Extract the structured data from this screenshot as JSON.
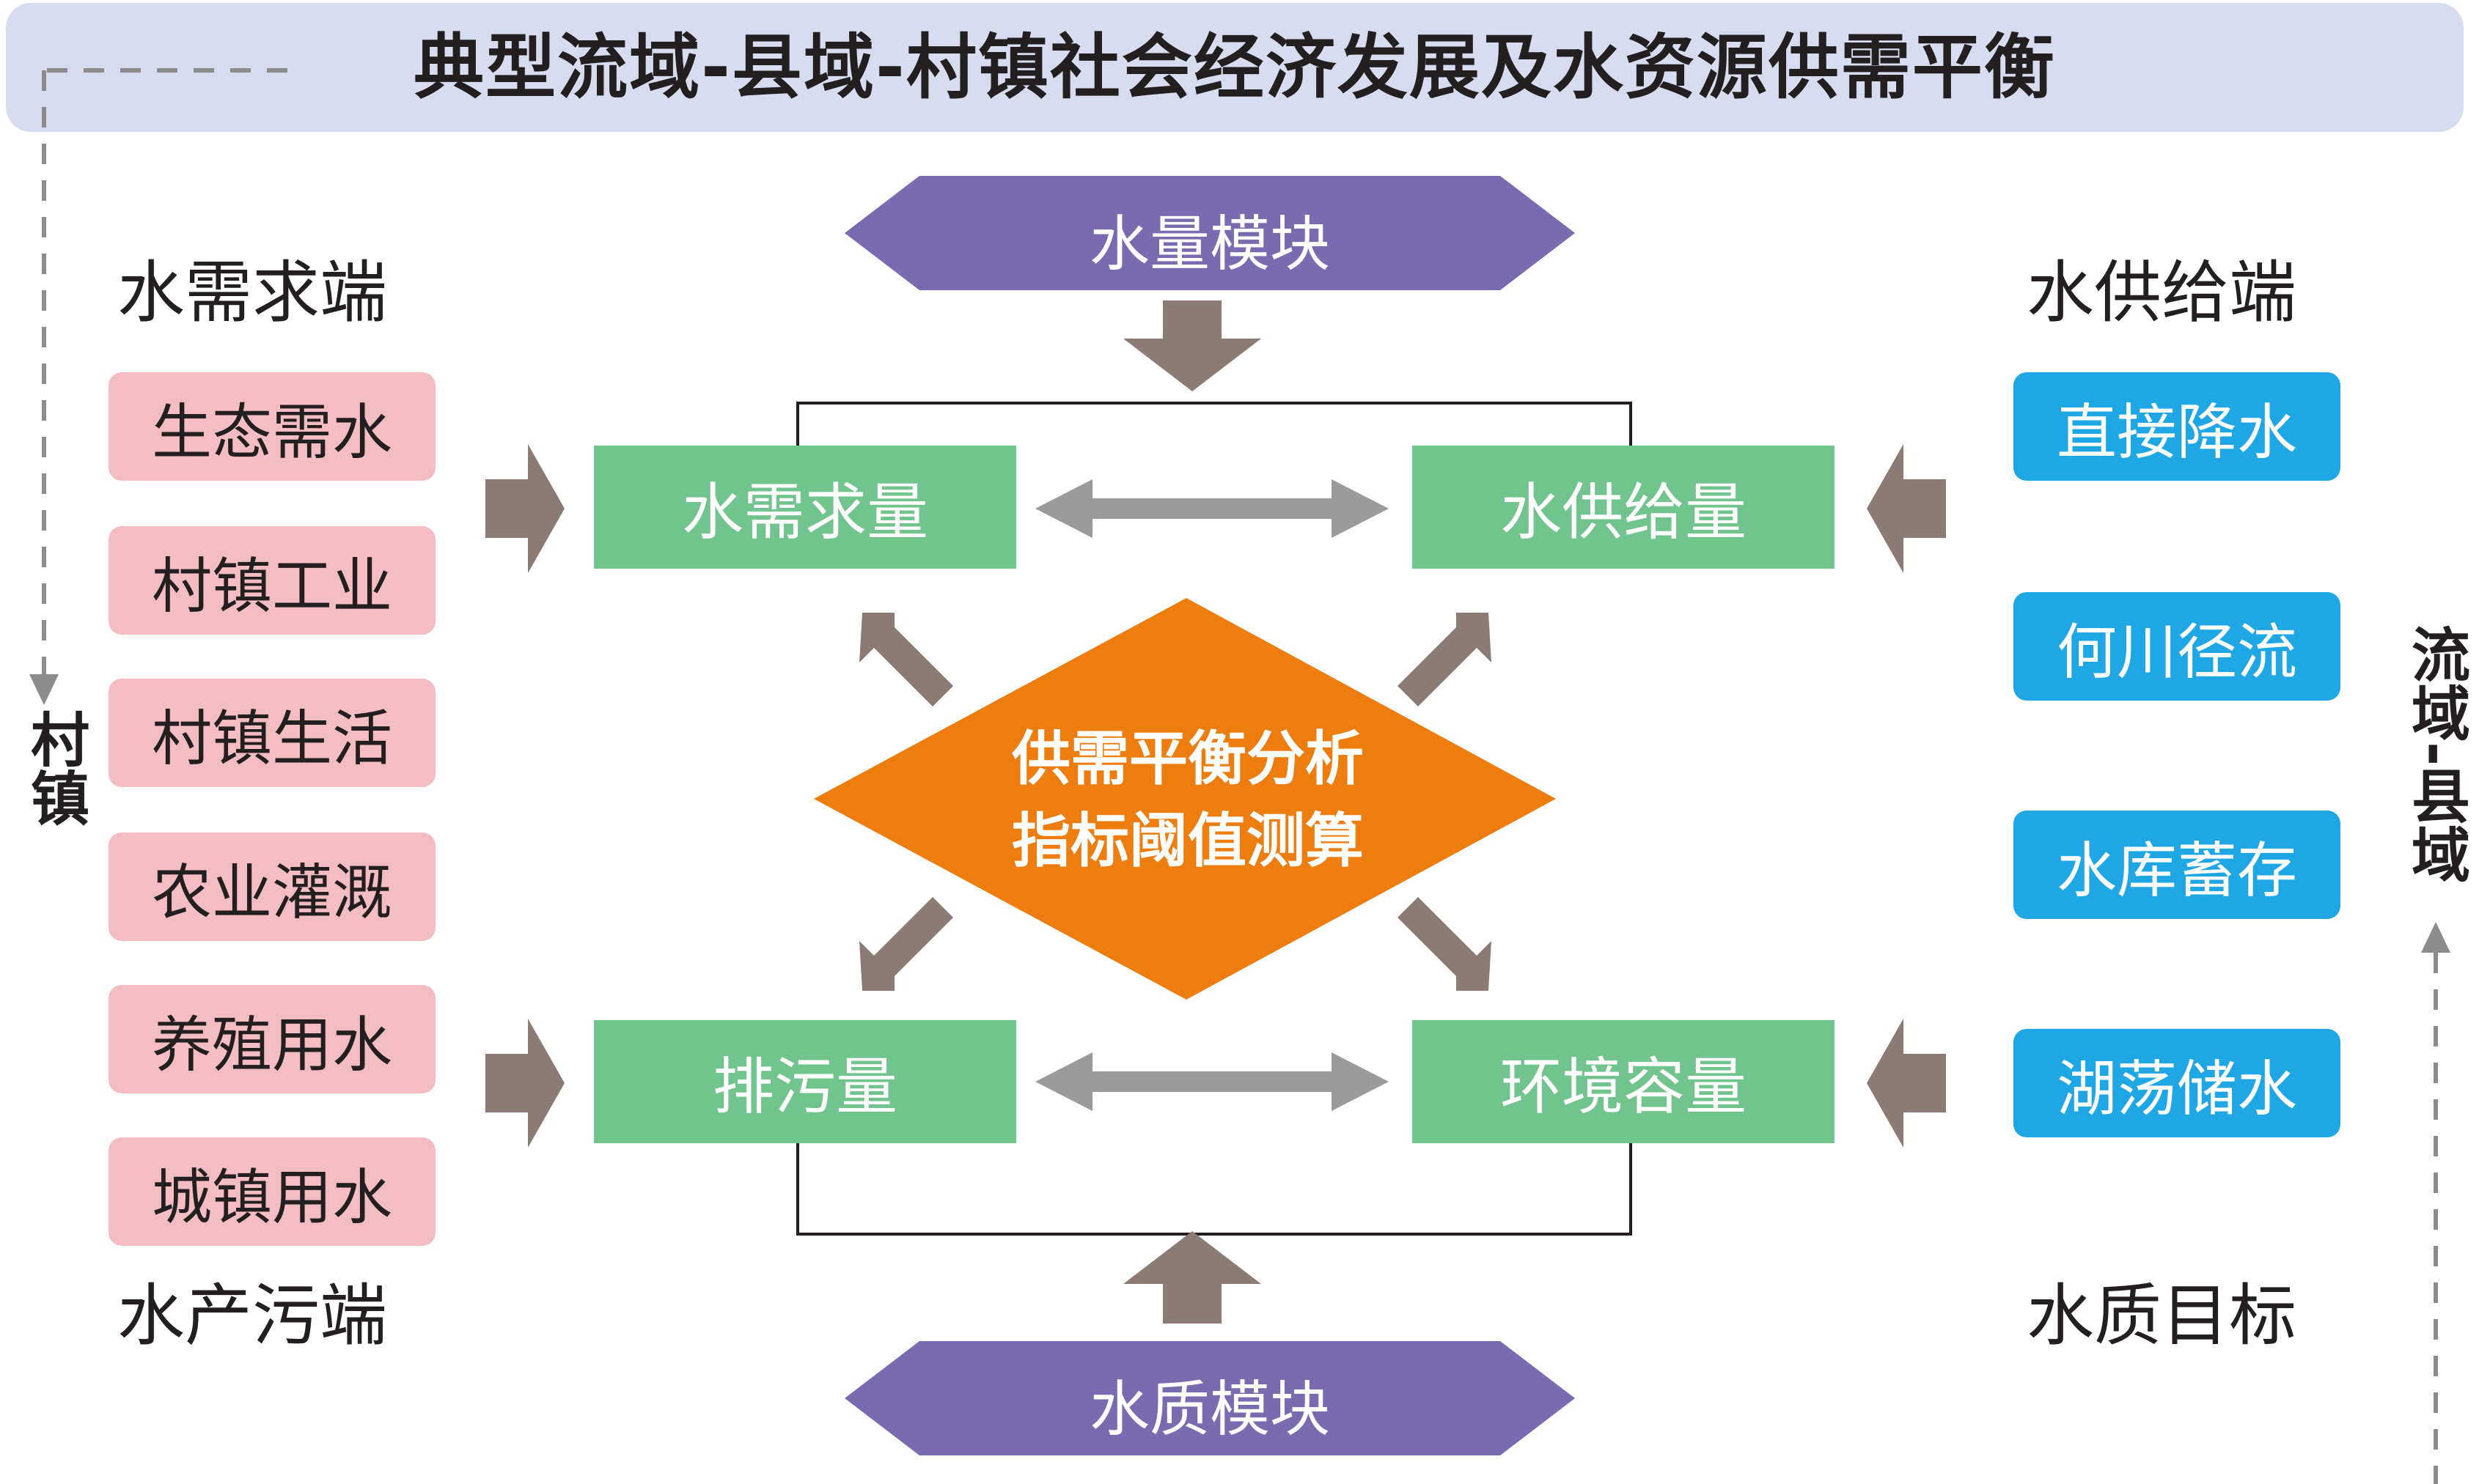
{
  "title": "典型流域-县域-村镇社会经济发展及水资源供需平衡",
  "left_scale_label": "村镇",
  "right_scale_label": "流域-县域",
  "demand_side": {
    "heading": "水需求端",
    "items": [
      "生态需水",
      "村镇工业",
      "村镇生活",
      "农业灌溉",
      "养殖用水",
      "城镇用水"
    ],
    "footer": "水产污端"
  },
  "supply_side": {
    "heading": "水供给端",
    "items": [
      "直接降水",
      "何川径流",
      "水库蓄存",
      "湖荡储水"
    ],
    "footer": "水质目标"
  },
  "modules": {
    "quantity": "水量模块",
    "quality": "水质模块"
  },
  "boxes": {
    "water_demand": "水需求量",
    "water_supply": "水供给量",
    "sewage": "排污量",
    "env_capacity": "环境容量"
  },
  "center": {
    "line1": "供需平衡分析",
    "line2": "指标阈值测算"
  },
  "colors": {
    "title_bg": "#d7ddef",
    "pink_pill": "#f4bdc3",
    "blue_pill": "#1ea7e4",
    "green_box": "#72c48e",
    "purple_module": "#7a6aaf",
    "orange_diamond": "#ee7d0f",
    "brown_arrow": "#8a7c74",
    "gray_arrow": "#9b9b9b"
  }
}
